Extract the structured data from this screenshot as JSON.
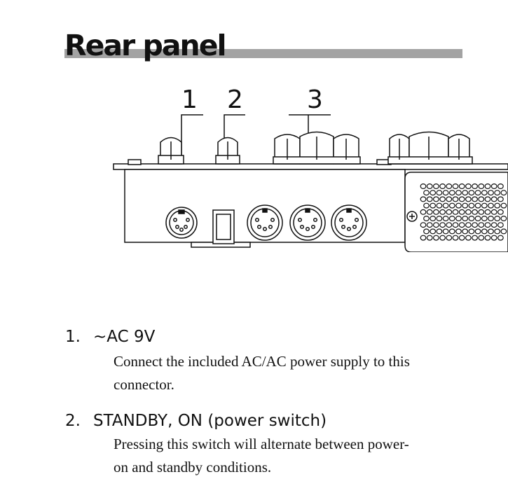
{
  "section": {
    "title": "Rear panel"
  },
  "diagram": {
    "callouts": [
      "1",
      "2",
      "3"
    ]
  },
  "items": [
    {
      "number": "1.",
      "heading": "~AC 9V",
      "description_lines": [
        "Connect the included AC/AC power supply to this",
        "connector."
      ]
    },
    {
      "number": "2.",
      "heading": "STANDBY, ON (power switch)",
      "description_lines": [
        "Pressing this switch will alternate between power-",
        "on and standby conditions."
      ]
    }
  ]
}
